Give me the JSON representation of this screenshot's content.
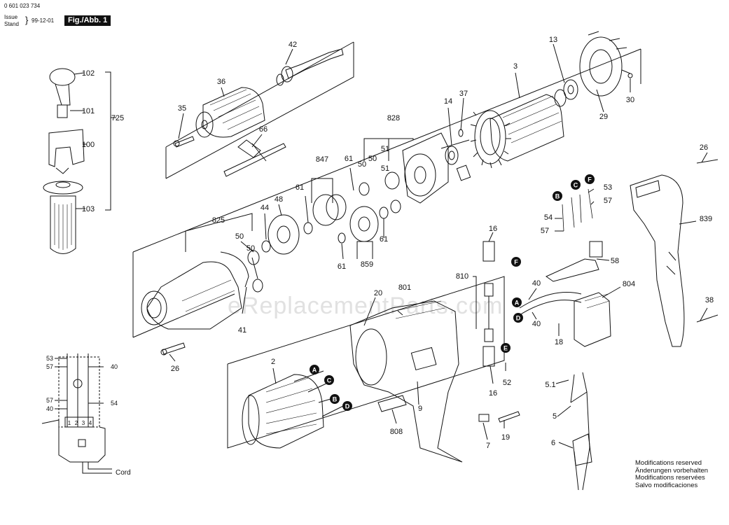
{
  "header": {
    "part_number": "0 601 023 734",
    "issue_label": "Issue",
    "stand_label": "Stand",
    "date": "99-12-01",
    "figure": "Fig./Abb. 1"
  },
  "notes": [
    "Modifications reserved",
    "Änderungen vorbehalten",
    "Modifications reservées",
    "Salvo modificaciones"
  ],
  "watermark": "eReplacementParts.com",
  "schematic": {
    "left_labels": [
      "53",
      "57",
      "57",
      "40"
    ],
    "right_labels": [
      "40",
      "54"
    ],
    "terminals": [
      "1",
      "2",
      "3",
      "4"
    ],
    "cord_label": "Cord"
  },
  "callouts": [
    {
      "id": "c102",
      "text": "102"
    },
    {
      "id": "c101",
      "text": "101"
    },
    {
      "id": "c100",
      "text": "100"
    },
    {
      "id": "c103",
      "text": "103"
    },
    {
      "id": "c725",
      "text": "725"
    },
    {
      "id": "c42",
      "text": "42"
    },
    {
      "id": "c36",
      "text": "36"
    },
    {
      "id": "c35",
      "text": "35"
    },
    {
      "id": "c66",
      "text": "66"
    },
    {
      "id": "c3",
      "text": "3"
    },
    {
      "id": "c13",
      "text": "13"
    },
    {
      "id": "c29",
      "text": "29"
    },
    {
      "id": "c30",
      "text": "30"
    },
    {
      "id": "c37",
      "text": "37"
    },
    {
      "id": "c14",
      "text": "14"
    },
    {
      "id": "c828",
      "text": "828"
    },
    {
      "id": "c51a",
      "text": "51"
    },
    {
      "id": "c50a",
      "text": "50"
    },
    {
      "id": "c50b",
      "text": "50"
    },
    {
      "id": "c51b",
      "text": "51"
    },
    {
      "id": "c847",
      "text": "847"
    },
    {
      "id": "c61a",
      "text": "61"
    },
    {
      "id": "c61b",
      "text": "61"
    },
    {
      "id": "c61c",
      "text": "61"
    },
    {
      "id": "c61d",
      "text": "61"
    },
    {
      "id": "c825",
      "text": "825"
    },
    {
      "id": "c44",
      "text": "44"
    },
    {
      "id": "c48",
      "text": "48"
    },
    {
      "id": "c50c",
      "text": "50"
    },
    {
      "id": "c50d",
      "text": "50"
    },
    {
      "id": "c859",
      "text": "859"
    },
    {
      "id": "c41",
      "text": "41"
    },
    {
      "id": "c26a",
      "text": "26"
    },
    {
      "id": "c26b",
      "text": "26"
    },
    {
      "id": "c839",
      "text": "839"
    },
    {
      "id": "c38",
      "text": "38"
    },
    {
      "id": "c53",
      "text": "53"
    },
    {
      "id": "c57a",
      "text": "57"
    },
    {
      "id": "c54",
      "text": "54"
    },
    {
      "id": "c57b",
      "text": "57"
    },
    {
      "id": "c58",
      "text": "58"
    },
    {
      "id": "c16a",
      "text": "16"
    },
    {
      "id": "c810",
      "text": "810"
    },
    {
      "id": "c16b",
      "text": "16"
    },
    {
      "id": "c52",
      "text": "52"
    },
    {
      "id": "c40a",
      "text": "40"
    },
    {
      "id": "c40b",
      "text": "40"
    },
    {
      "id": "c804",
      "text": "804"
    },
    {
      "id": "c18",
      "text": "18"
    },
    {
      "id": "c20",
      "text": "20"
    },
    {
      "id": "c801",
      "text": "801"
    },
    {
      "id": "c2",
      "text": "2"
    },
    {
      "id": "c9",
      "text": "9"
    },
    {
      "id": "c808",
      "text": "808"
    },
    {
      "id": "c7",
      "text": "7"
    },
    {
      "id": "c19",
      "text": "19"
    },
    {
      "id": "c51c",
      "text": "5.1"
    },
    {
      "id": "c5",
      "text": "5"
    },
    {
      "id": "c6",
      "text": "6"
    }
  ],
  "markers": [
    {
      "id": "mA",
      "text": "A"
    },
    {
      "id": "mC",
      "text": "C"
    },
    {
      "id": "mB",
      "text": "B"
    },
    {
      "id": "mD",
      "text": "D"
    },
    {
      "id": "mF1",
      "text": "F"
    },
    {
      "id": "mE1",
      "text": "E"
    },
    {
      "id": "mB2",
      "text": "B"
    },
    {
      "id": "mC2",
      "text": "C"
    },
    {
      "id": "mF2",
      "text": "F"
    },
    {
      "id": "mA2",
      "text": "A"
    },
    {
      "id": "mD2",
      "text": "D"
    }
  ]
}
